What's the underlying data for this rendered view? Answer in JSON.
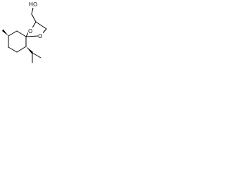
{
  "molecule": {
    "labels": {
      "hydroxyl": "HO",
      "ring_oxygen_upper": "O",
      "ring_oxygen_lower": "O"
    }
  }
}
